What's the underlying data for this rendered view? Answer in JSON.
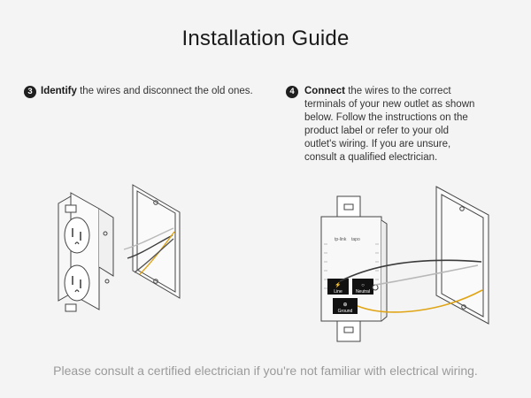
{
  "page": {
    "title": "Installation Guide",
    "footer": "Please consult a certified electrician if you're not familiar with electrical wiring."
  },
  "step3": {
    "number": "3",
    "keyword": "Identify",
    "text": " the wires and disconnect the old ones."
  },
  "step4": {
    "number": "4",
    "keyword": "Connect",
    "text": " the wires to the correct terminals of your new outlet as shown below. Follow the instructions on the product label or refer to your old outlet's wiring. If you are unsure, consult a qualified electrician."
  },
  "device": {
    "brand_left": "tp-link",
    "brand_right": "tapo",
    "terminals": {
      "line": "Line",
      "neutral": "Neutral",
      "ground": "Ground"
    }
  },
  "colors": {
    "wire_line": "#3a3a3a",
    "wire_neutral": "#b8b8b8",
    "wire_ground": "#e0a516"
  }
}
